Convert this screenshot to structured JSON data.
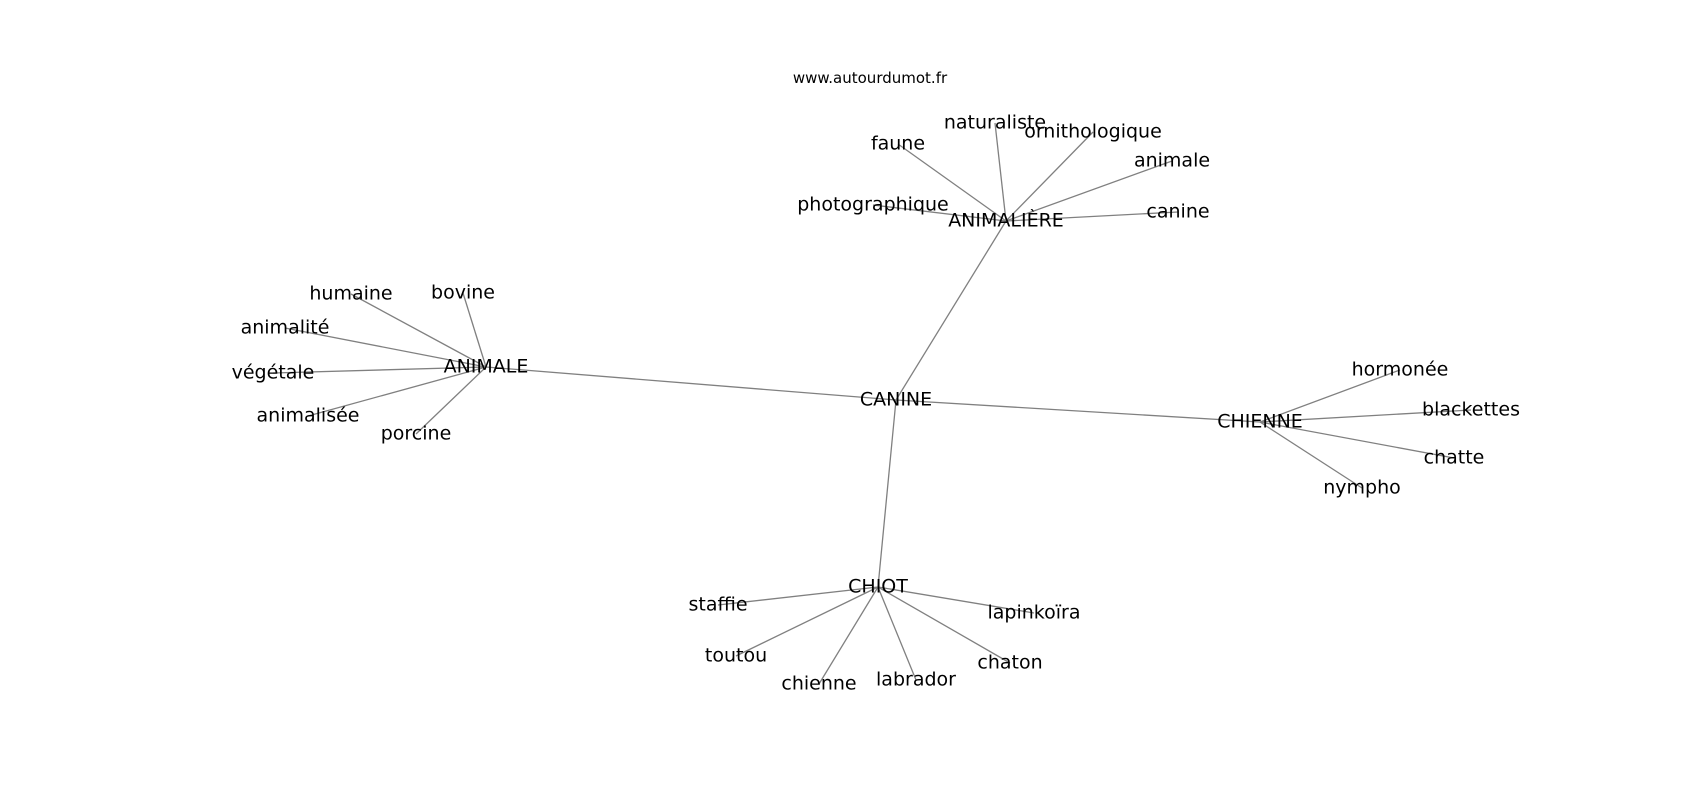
{
  "site": "www.autourdumot.fr",
  "colors": {
    "edge": "#808080",
    "text": "#000000",
    "background": "#ffffff"
  },
  "nodes": {
    "canine_center": "CANINE",
    "animaliere": "ANIMALIÈRE",
    "animale_hub": "ANIMALE",
    "chienne_hub": "CHIENNE",
    "chiot": "CHIOT",
    "faune": "faune",
    "naturaliste": "naturaliste",
    "ornithologique": "ornithologique",
    "animale_leaf": "animale",
    "photographique": "photographique",
    "canine_leaf": "canine",
    "humaine": "humaine",
    "bovine": "bovine",
    "animalite": "animalité",
    "vegetale": "végétale",
    "animalisee": "animalisée",
    "porcine": "porcine",
    "hormonee": "hormonée",
    "blackettes": "blackettes",
    "chatte": "chatte",
    "nympho": "nympho",
    "staffie": "staffie",
    "lapinkoira": "lapinkoïra",
    "toutou": "toutou",
    "chaton": "chaton",
    "chienne_leaf": "chienne",
    "labrador": "labrador"
  },
  "edges": [
    [
      "canine_center",
      "animaliere"
    ],
    [
      "canine_center",
      "animale_hub"
    ],
    [
      "canine_center",
      "chienne_hub"
    ],
    [
      "canine_center",
      "chiot"
    ],
    [
      "animaliere",
      "faune"
    ],
    [
      "animaliere",
      "naturaliste"
    ],
    [
      "animaliere",
      "ornithologique"
    ],
    [
      "animaliere",
      "animale_leaf"
    ],
    [
      "animaliere",
      "photographique"
    ],
    [
      "animaliere",
      "canine_leaf"
    ],
    [
      "animale_hub",
      "humaine"
    ],
    [
      "animale_hub",
      "bovine"
    ],
    [
      "animale_hub",
      "animalite"
    ],
    [
      "animale_hub",
      "vegetale"
    ],
    [
      "animale_hub",
      "animalisee"
    ],
    [
      "animale_hub",
      "porcine"
    ],
    [
      "chienne_hub",
      "hormonee"
    ],
    [
      "chienne_hub",
      "blackettes"
    ],
    [
      "chienne_hub",
      "chatte"
    ],
    [
      "chienne_hub",
      "nympho"
    ],
    [
      "chiot",
      "staffie"
    ],
    [
      "chiot",
      "lapinkoira"
    ],
    [
      "chiot",
      "toutou"
    ],
    [
      "chiot",
      "chaton"
    ],
    [
      "chiot",
      "chienne_leaf"
    ],
    [
      "chiot",
      "labrador"
    ]
  ]
}
